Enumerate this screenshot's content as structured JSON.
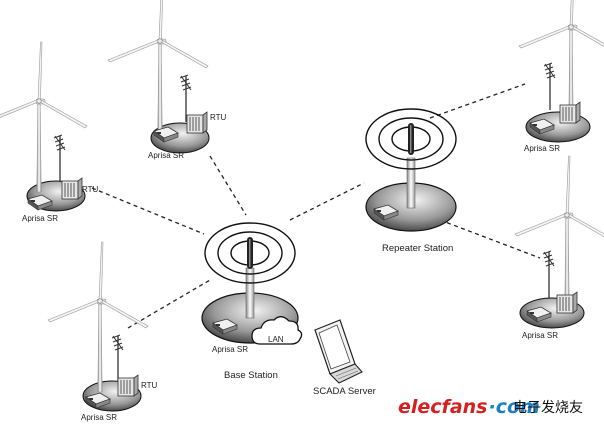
{
  "nodes": {
    "site_top_left": {
      "radio": "Aprisa SR",
      "rtu": "RTU"
    },
    "site_left": {
      "radio": "Aprisa SR",
      "rtu": "RTU"
    },
    "site_bottom_left": {
      "radio": "Aprisa SR",
      "rtu": "RTU"
    },
    "site_top_right": {
      "radio": "Aprisa SR"
    },
    "site_right": {
      "radio": "Aprisa SR"
    },
    "base_station": {
      "radio": "Aprisa SR",
      "lan": "LAN",
      "label": "Base Station"
    },
    "repeater_station": {
      "label": "Repeater Station"
    },
    "scada_server": {
      "label": "SCADA Server"
    }
  },
  "watermark": {
    "brand": "elecfans",
    "tld": "com",
    "cn": "电子发烧友"
  },
  "colors": {
    "watermark_red": "#d42020",
    "watermark_blue": "#1a7fc4",
    "link": "#222222"
  }
}
